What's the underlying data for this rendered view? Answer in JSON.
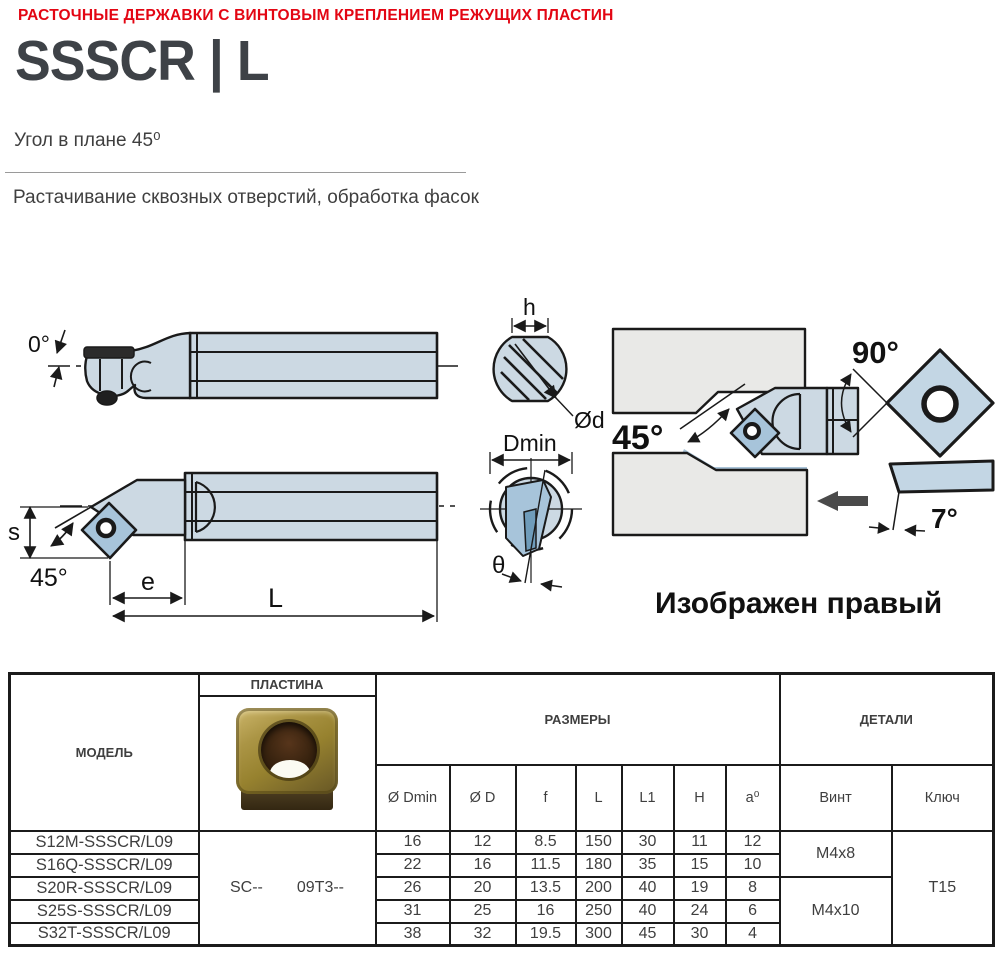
{
  "page": {
    "kicker": "РАСТОЧНЫЕ ДЕРЖАВКИ С ВИНТОВЫМ КРЕПЛЕНИЕМ РЕЖУЩИХ ПЛАСТИН",
    "title": "SSSCR | L",
    "angle_note": "Угол в плане 45⁰",
    "application": "Растачивание сквозных отверстий, обработка фасок"
  },
  "colors": {
    "accent_red": "#e30613",
    "title_gray": "#3e4247",
    "drawing_fill": "#ccd9e3",
    "insert_fill": "#a7c4da",
    "workpiece_fill": "#e9e9e7",
    "machined_fill": "#a9c3d7",
    "line": "#1a1a1a"
  },
  "diagram": {
    "caption": "Изображен правый",
    "labels": {
      "zero": "0°",
      "s": "s",
      "a45_side": "45°",
      "e": "e",
      "L": "L",
      "h": "h",
      "od": "Ød",
      "dmin": "Dmin",
      "theta": "θ",
      "a45_app": "45°",
      "a90": "90°",
      "a7": "7°"
    }
  },
  "table": {
    "header": {
      "model": "МОДЕЛЬ",
      "insert": "ПЛАСТИНА",
      "dimensions": "РАЗМЕРЫ",
      "details": "ДЕТАЛИ",
      "col_dmin": "Ø Dmin",
      "col_d": "Ø D",
      "col_f": "f",
      "col_l": "L",
      "col_l1": "L1",
      "col_h": "H",
      "col_a": "a⁰",
      "col_screw": "Винт",
      "col_key": "Ключ"
    },
    "insert_code": {
      "prefix": "SC--",
      "suffix": "09T3--"
    },
    "screw_m4x8": "M4x8",
    "screw_m4x10": "M4x10",
    "key_value": "T15",
    "rows": [
      {
        "model": "S12M-SSSCR/L09",
        "dmin": "16",
        "d": "12",
        "f": "8.5",
        "l": "150",
        "l1": "30",
        "h": "11",
        "a": "12"
      },
      {
        "model": "S16Q-SSSCR/L09",
        "dmin": "22",
        "d": "16",
        "f": "11.5",
        "l": "180",
        "l1": "35",
        "h": "15",
        "a": "10"
      },
      {
        "model": "S20R-SSSCR/L09",
        "dmin": "26",
        "d": "20",
        "f": "13.5",
        "l": "200",
        "l1": "40",
        "h": "19",
        "a": "8"
      },
      {
        "model": "S25S-SSSCR/L09",
        "dmin": "31",
        "d": "25",
        "f": "16",
        "l": "250",
        "l1": "40",
        "h": "24",
        "a": "6"
      },
      {
        "model": "S32T-SSSCR/L09",
        "dmin": "38",
        "d": "32",
        "f": "19.5",
        "l": "300",
        "l1": "45",
        "h": "30",
        "a": "4"
      }
    ]
  }
}
